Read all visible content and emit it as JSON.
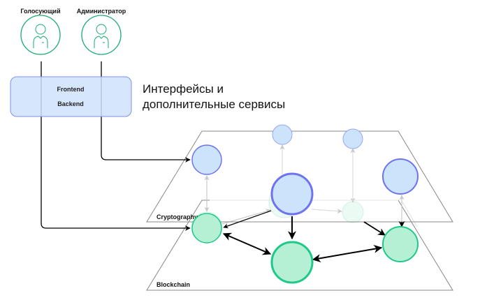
{
  "actors": [
    {
      "id": "voter",
      "label": "Голосующий",
      "icon": "user-icon"
    },
    {
      "id": "admin",
      "label": "Администратор",
      "icon": "user-icon"
    }
  ],
  "services_box": {
    "lines": [
      "Frontend",
      "Backend"
    ]
  },
  "caption": {
    "lines": [
      "Интерфейсы и",
      "дополнительные сервисы"
    ]
  },
  "planes": [
    {
      "id": "cryptography",
      "label": "Cryptography"
    },
    {
      "id": "blockchain",
      "label": "Blockchain"
    }
  ],
  "colors": {
    "actor_stroke": "#1aaa70",
    "box_fill": "#cfe2fb",
    "box_stroke": "#7d8ff0",
    "crypto_fill": "#cce3fc",
    "crypto_stroke": "#6f73f0",
    "chain_fill": "#b5f0d5",
    "chain_stroke": "#1fc98a",
    "faint_arrow": "#cccccc",
    "strong_arrow": "#000000",
    "plane_stroke": "#888888"
  }
}
